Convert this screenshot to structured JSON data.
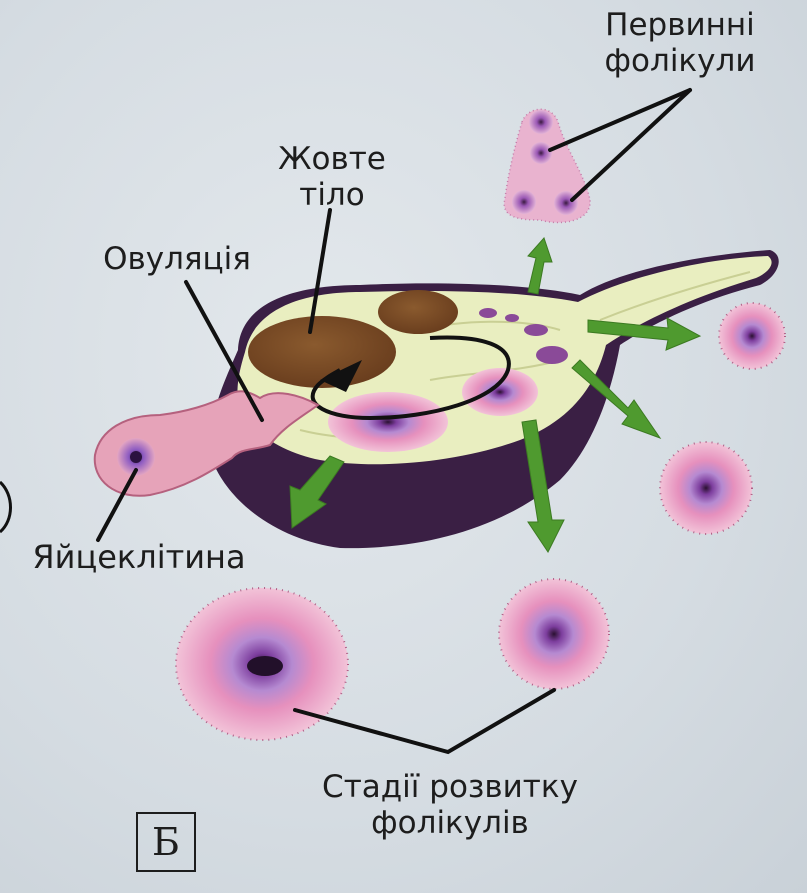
{
  "labels": {
    "primary_follicles_line1": "Первинні",
    "primary_follicles_line2": "фолікули",
    "corpus_luteum_line1": "Жовте",
    "corpus_luteum_line2": "тіло",
    "ovulation": "Овуляція",
    "egg_cell": "Яйцеклітина",
    "stages_line1": "Стадії розвитку",
    "stages_line2": "фолікулів",
    "panel_letter": "Б"
  },
  "colors": {
    "ovary_outer": "#3a1f44",
    "ovary_inner": "#e9eec0",
    "corpus_luteum": "#7a4a26",
    "follicle_pink": "#e9a4c3",
    "follicle_purple": "#8a55b3",
    "arrow_green": "#4f9a2f",
    "egg_tube": "#e6a3b9"
  }
}
